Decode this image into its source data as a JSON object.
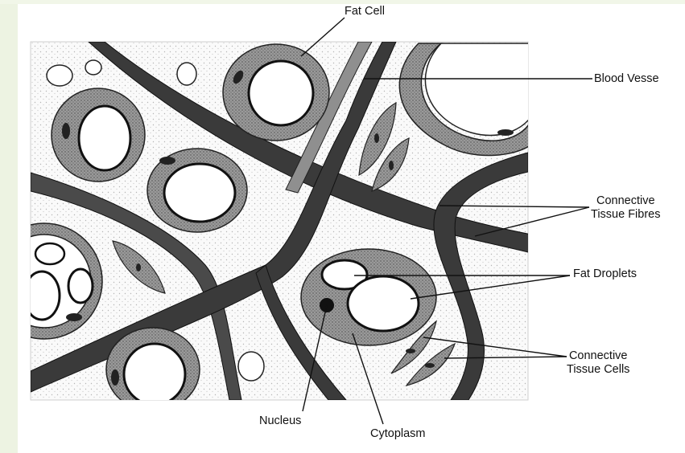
{
  "labels": {
    "fat_cell": "Fat Cell",
    "blood_vessel": "Blood Vesse",
    "connective_fibres_line1": "Connective",
    "connective_fibres_line2": "Tissue Fibres",
    "fat_droplets": "Fat Droplets",
    "connective_cells_line1": "Connective",
    "connective_cells_line2": "Tissue Cells",
    "nucleus": "Nucleus",
    "cytoplasm": "Cytoplasm"
  },
  "colors": {
    "accent_strip": "#edf3e2",
    "fibre": "#3a3a3a",
    "cytoplasm": "#8c8c8c",
    "matrix_stipple": "#c4c4c4",
    "droplet": "#ffffff",
    "outline": "#111111"
  }
}
